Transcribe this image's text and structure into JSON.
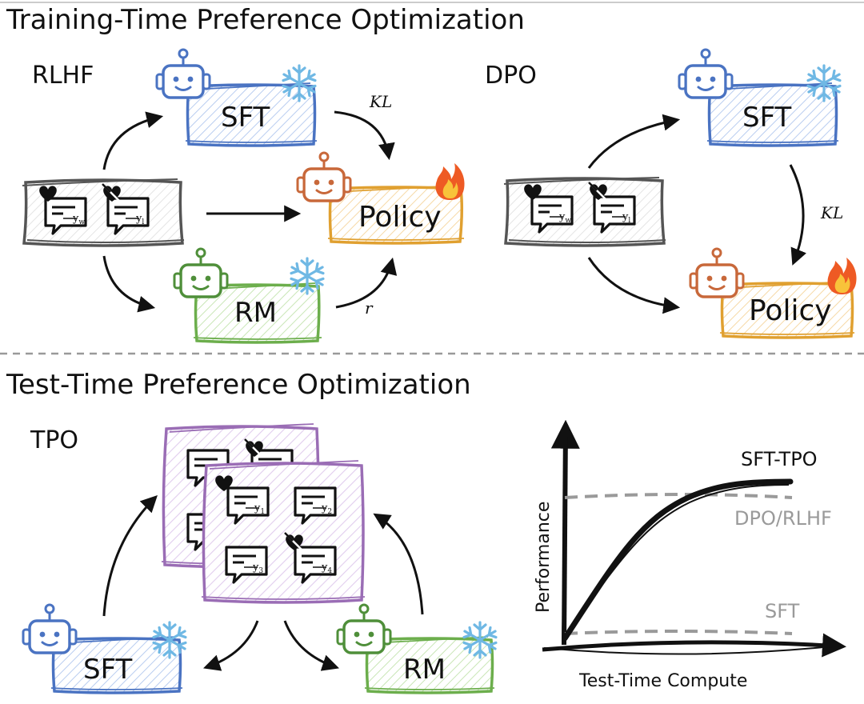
{
  "training": {
    "title": "Training-Time  Preference Optimization",
    "rlhf": {
      "label": "RLHF",
      "sft_box": "SFT",
      "policy_box": "Policy",
      "rm_box": "RM",
      "kl_label": "KL",
      "r_label": "r",
      "pair": [
        "y_w",
        "y_l"
      ]
    },
    "dpo": {
      "label": "DPO",
      "sft_box": "SFT",
      "policy_box": "Policy",
      "kl_label": "KL",
      "pair": [
        "y_w",
        "y_l"
      ]
    }
  },
  "test": {
    "title": "Test-Time  Preference Optimization",
    "tpo": {
      "label": "TPO",
      "responses": [
        "y_1",
        "y_2",
        "y_3",
        "y_4"
      ],
      "sft_box": "SFT",
      "rm_box": "RM"
    }
  },
  "chart_data": {
    "type": "line",
    "xlabel": "Test-Time Compute",
    "ylabel": "Performance",
    "series": [
      {
        "name": "SFT-TPO",
        "style": "solid",
        "color": "#000000",
        "trend": "rises from SFT level and saturates above DPO/RLHF"
      },
      {
        "name": "DPO/RLHF",
        "style": "dashed",
        "color": "#9a9a9a",
        "trend": "constant high level"
      },
      {
        "name": "SFT",
        "style": "dashed",
        "color": "#9a9a9a",
        "trend": "constant low level"
      }
    ],
    "grid": false
  },
  "colors": {
    "sft_blue": "#4a73c2",
    "policy_orange": "#e0a030",
    "rm_green": "#6cae4c",
    "robot_orange": "#c8683a",
    "robot_green": "#4f8f3a",
    "tpo_purple": "#9a6db5",
    "snowflake": "#6fb8e4",
    "flame": "#ee5a24"
  }
}
